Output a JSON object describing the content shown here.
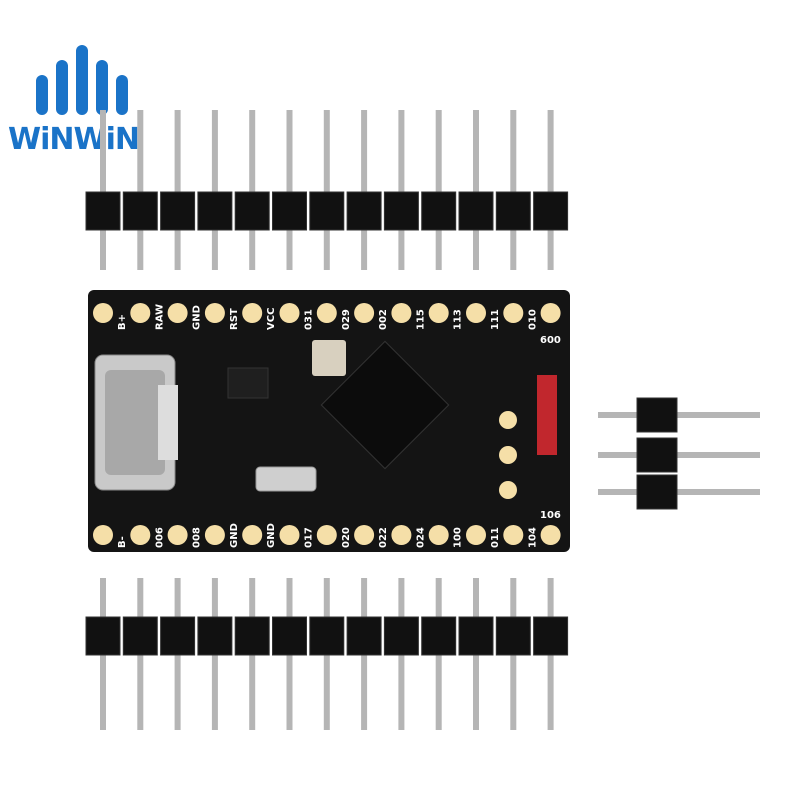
{
  "brand": {
    "logo_text": "WiNWiN",
    "color": "#1a73c8"
  },
  "board": {
    "pcb_color": "#141414",
    "pad_color": "#f5dfa8",
    "top_labels": [
      "B+",
      "RAW",
      "GND",
      "RST",
      "VCC",
      "031",
      "029",
      "002",
      "115",
      "113",
      "111",
      "010"
    ],
    "top_right_label": "600",
    "bottom_labels": [
      "B-",
      "006",
      "008",
      "GND",
      "GND",
      "017",
      "020",
      "022",
      "024",
      "100",
      "011",
      "104"
    ],
    "bottom_right_label": "106",
    "connector": "usb-c-port"
  },
  "headers": {
    "top_pins": 13,
    "bottom_pins": 13,
    "side_pins": 3
  }
}
